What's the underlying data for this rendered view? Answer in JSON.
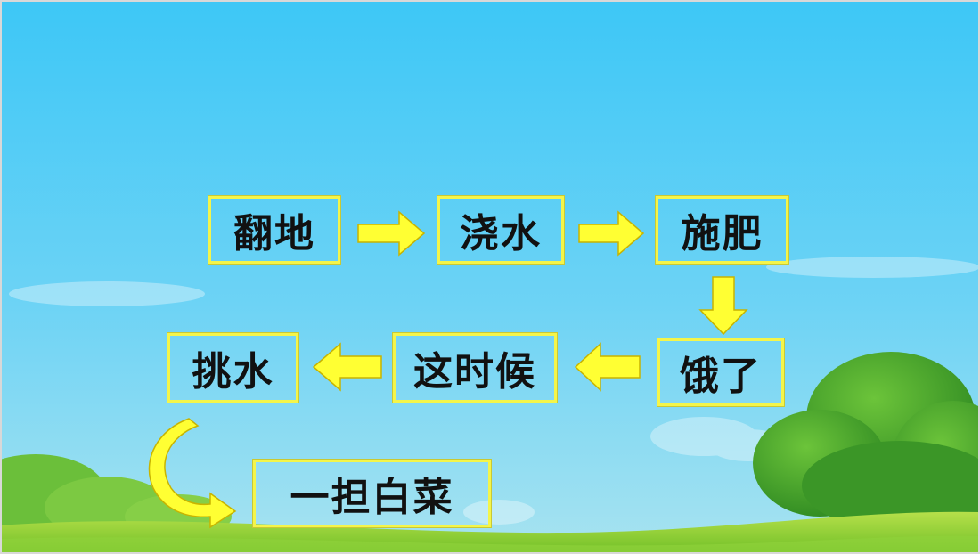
{
  "steps": [
    {
      "id": "fandi",
      "label": "翻地"
    },
    {
      "id": "jiaoshui",
      "label": "浇水"
    },
    {
      "id": "shifei",
      "label": "施肥"
    },
    {
      "id": "ele",
      "label": "饿了"
    },
    {
      "id": "zheshihou",
      "label": "这时候"
    },
    {
      "id": "tiaoshui",
      "label": "挑水"
    },
    {
      "id": "baicai",
      "label": "一担白菜"
    }
  ],
  "colors": {
    "sky_top": "#3fc6f4",
    "sky_bottom": "#8ad8f1",
    "box_border": "#f4f54a",
    "arrow_fill": "#ffff33",
    "arrow_stroke": "#c8b400",
    "grass": "#8fcf2c",
    "tree": "#3f9e2a"
  },
  "icons": [
    "arrow-right",
    "arrow-down",
    "arrow-left",
    "curved-arrow"
  ]
}
